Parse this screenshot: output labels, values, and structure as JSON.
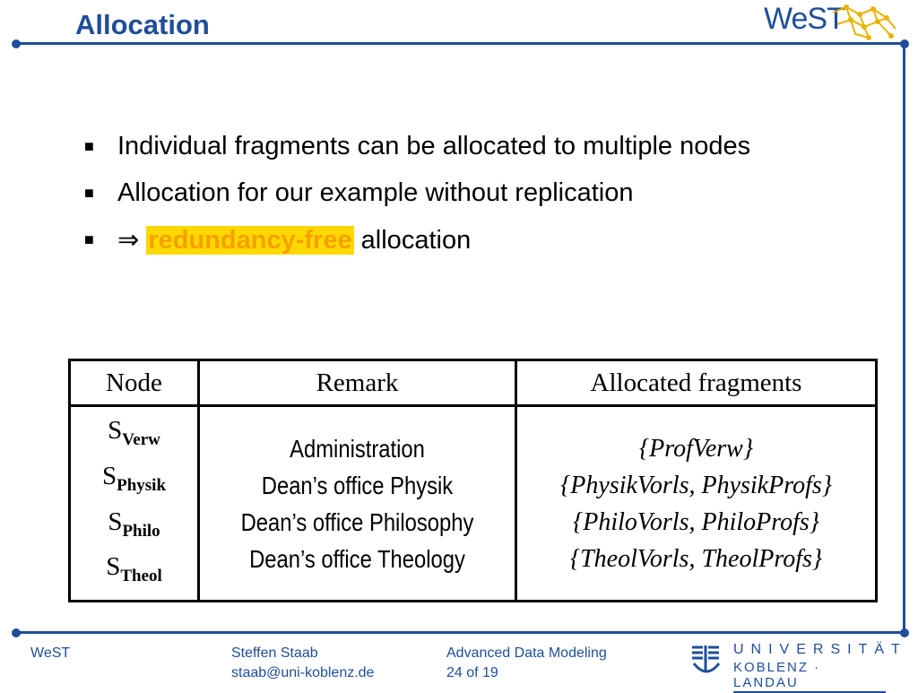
{
  "header": {
    "title": "Allocation",
    "logo_text": "WeST"
  },
  "bullets": [
    {
      "text": "Individual fragments can be allocated to multiple nodes"
    },
    {
      "text": "Allocation for our example without replication"
    },
    {
      "arrow": "⇒",
      "highlight": "redundancy-free",
      "rest": "allocation"
    }
  ],
  "table": {
    "headers": [
      "Node",
      "Remark",
      "Allocated fragments"
    ],
    "rows": [
      {
        "node_base": "S",
        "node_sub": "Verw",
        "remark": "Administration",
        "fragments": "{ProfVerw}"
      },
      {
        "node_base": "S",
        "node_sub": "Physik",
        "remark": "Dean’s office Physik",
        "fragments": "{PhysikVorls, PhysikProfs}"
      },
      {
        "node_base": "S",
        "node_sub": "Philo",
        "remark": "Dean’s office Philosophy",
        "fragments": "{PhiloVorls, PhiloProfs}"
      },
      {
        "node_base": "S",
        "node_sub": "Theol",
        "remark": "Dean’s office Theology",
        "fragments": "{TheolVorls, TheolProfs}"
      }
    ]
  },
  "footer": {
    "org": "WeST",
    "author": "Steffen Staab",
    "email": "staab@uni-koblenz.de",
    "course": "Advanced Data Modeling",
    "page": "24 of 19",
    "university_line1": "UNIVERSITÄT",
    "university_line2": "KOBLENZ · LANDAU"
  },
  "colors": {
    "accent": "#1f4e9a",
    "highlight_bg": "#ffd800",
    "highlight_text": "#f5a000"
  }
}
